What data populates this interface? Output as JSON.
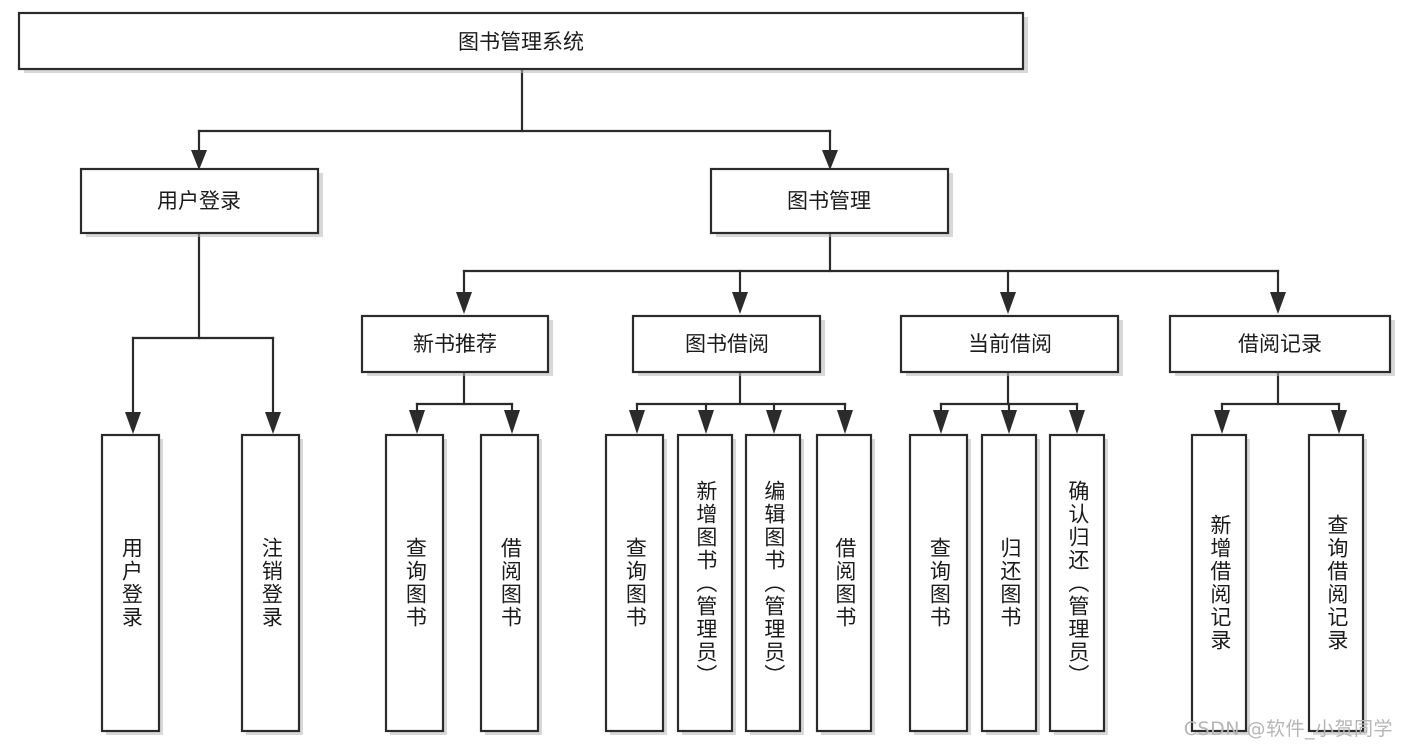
{
  "diagram": {
    "type": "hierarchy-tree",
    "title": "图书管理系统",
    "orientation": "top-down",
    "levels": 4,
    "nodes": {
      "root": {
        "label": "图书管理系统"
      },
      "level2": [
        {
          "id": "user-login",
          "label": "用户登录"
        },
        {
          "id": "book-management",
          "label": "图书管理"
        }
      ],
      "level3": [
        {
          "id": "new-book-recommend",
          "label": "新书推荐"
        },
        {
          "id": "book-borrow",
          "label": "图书借阅"
        },
        {
          "id": "current-borrow",
          "label": "当前借阅"
        },
        {
          "id": "borrow-record",
          "label": "借阅记录"
        }
      ],
      "leaves": [
        {
          "id": "leaf-user-login",
          "label": "用户登录",
          "parent": "user-login"
        },
        {
          "id": "leaf-logout-login",
          "label": "注销登录",
          "parent": "user-login"
        },
        {
          "id": "leaf-query-book-1",
          "label": "查询图书",
          "parent": "new-book-recommend"
        },
        {
          "id": "leaf-borrow-book-1",
          "label": "借阅图书",
          "parent": "new-book-recommend"
        },
        {
          "id": "leaf-query-book-2",
          "label": "查询图书",
          "parent": "book-borrow"
        },
        {
          "id": "leaf-add-book",
          "label": "新增图书（管理员）",
          "parent": "book-borrow"
        },
        {
          "id": "leaf-edit-book",
          "label": "编辑图书（管理员）",
          "parent": "book-borrow"
        },
        {
          "id": "leaf-borrow-book-2",
          "label": "借阅图书",
          "parent": "book-borrow"
        },
        {
          "id": "leaf-query-book-3",
          "label": "查询图书",
          "parent": "current-borrow"
        },
        {
          "id": "leaf-return-book",
          "label": "归还图书",
          "parent": "current-borrow"
        },
        {
          "id": "leaf-confirm-return",
          "label": "确认归还（管理员）",
          "parent": "current-borrow"
        },
        {
          "id": "leaf-add-record",
          "label": "新增借阅记录",
          "parent": "borrow-record"
        },
        {
          "id": "leaf-query-record",
          "label": "查询借阅记录",
          "parent": "borrow-record"
        }
      ]
    },
    "colors": {
      "box_stroke": "#2b2b2b",
      "box_fill": "#ffffff",
      "connector": "#2b2b2b",
      "text": "#1b1b1b",
      "shadow": "#b8b8b8",
      "watermark": "#b6b6b6"
    }
  },
  "watermark": {
    "text": "CSDN @软件_小贺同学"
  }
}
